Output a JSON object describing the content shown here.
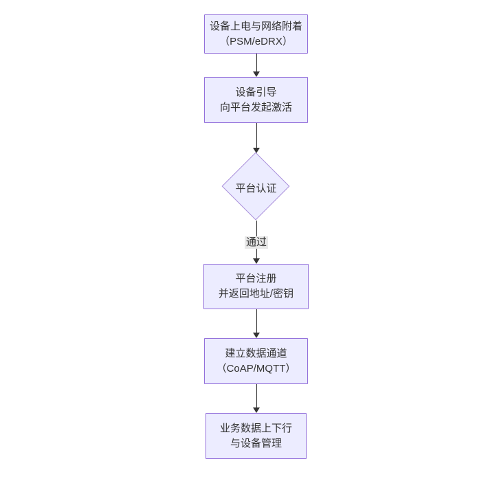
{
  "diagram": {
    "type": "flowchart",
    "direction": "top-down",
    "colors": {
      "background": "#ffffff",
      "node_fill": "#ECECFF",
      "node_border": "#9370DB",
      "diamond_border": "#a98eda",
      "text": "#333333",
      "arrow": "#333333",
      "edge_label_bg": "#e8e8e8"
    },
    "nodes": [
      {
        "id": "A",
        "shape": "rect",
        "lines": [
          "设备上电与网络附着",
          "（PSM/eDRX）"
        ]
      },
      {
        "id": "B",
        "shape": "rect",
        "lines": [
          "设备引导",
          "向平台发起激活"
        ]
      },
      {
        "id": "C",
        "shape": "diamond",
        "lines": [
          "平台认证"
        ]
      },
      {
        "id": "D",
        "shape": "rect",
        "lines": [
          "平台注册",
          "并返回地址/密钥"
        ]
      },
      {
        "id": "E",
        "shape": "rect",
        "lines": [
          "建立数据通道",
          "（CoAP/MQTT）"
        ]
      },
      {
        "id": "F",
        "shape": "rect",
        "lines": [
          "业务数据上下行",
          "与设备管理"
        ]
      }
    ],
    "edges": [
      {
        "from": "A",
        "to": "B",
        "label": ""
      },
      {
        "from": "B",
        "to": "C",
        "label": ""
      },
      {
        "from": "C",
        "to": "D",
        "label": "通过"
      },
      {
        "from": "D",
        "to": "E",
        "label": ""
      },
      {
        "from": "E",
        "to": "F",
        "label": ""
      }
    ]
  }
}
